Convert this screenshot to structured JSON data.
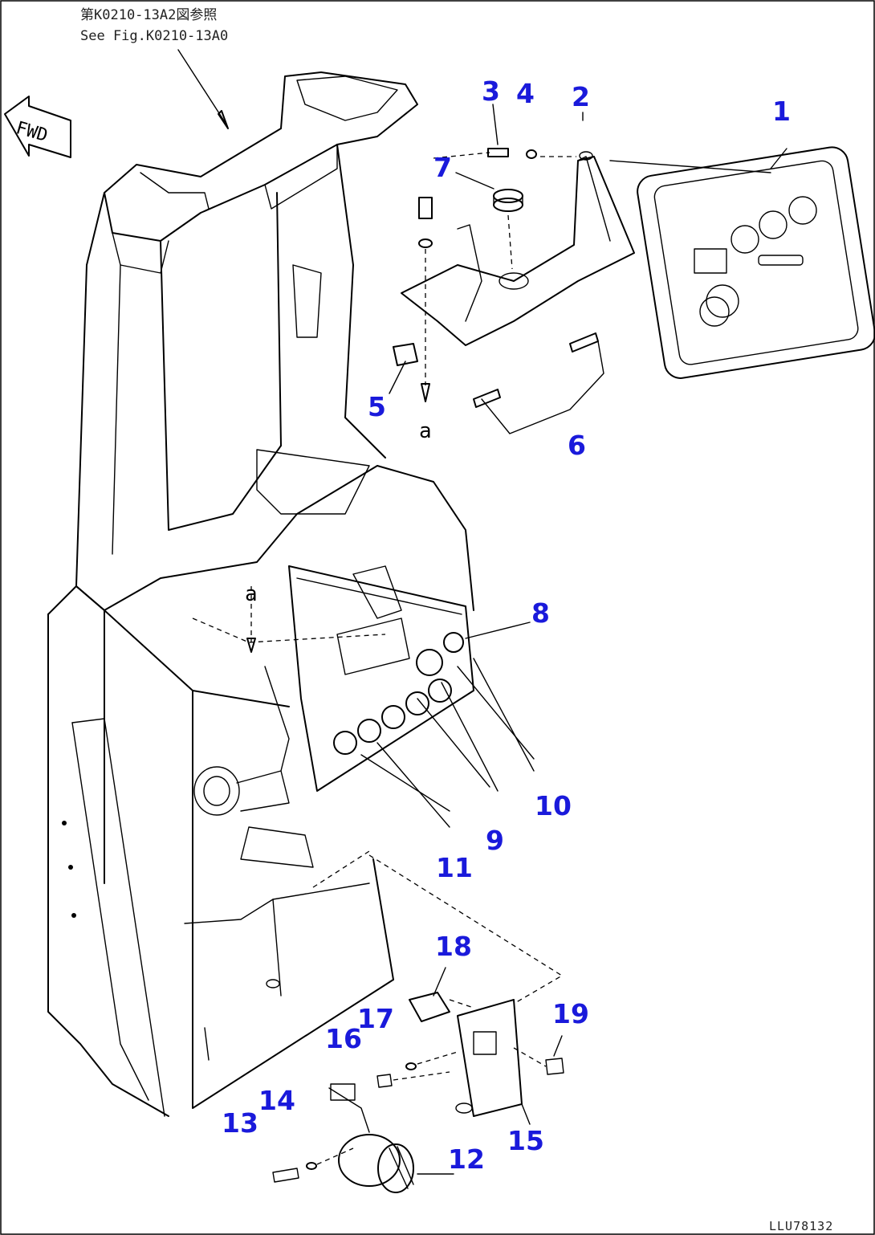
{
  "notes": {
    "reference_jp": "第K0210-13A2図参照",
    "reference_en": "See Fig.K0210-13A0"
  },
  "direction_label": "FWD",
  "drawing_code": "LLU78132",
  "connection_letter": "a",
  "callouts": [
    "1",
    "2",
    "3",
    "4",
    "5",
    "6",
    "7",
    "8",
    "9",
    "10",
    "11",
    "12",
    "13",
    "14",
    "15",
    "16",
    "17",
    "18",
    "19"
  ]
}
